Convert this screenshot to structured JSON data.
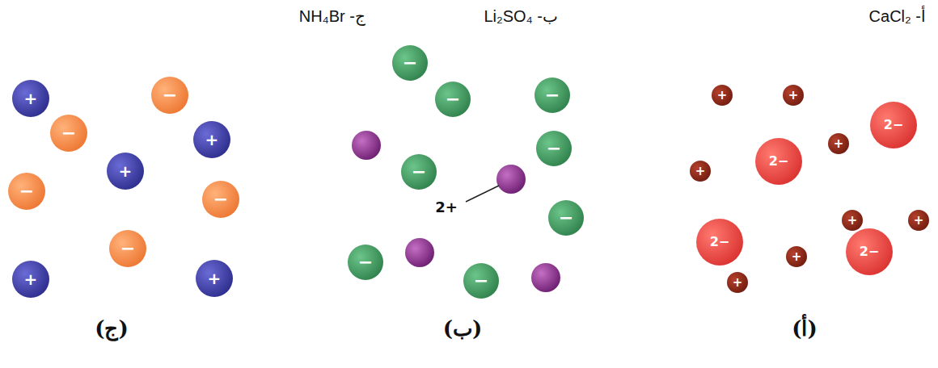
{
  "diagram": {
    "nodes": [
      {
        "text": [
          "+"
        ]
      },
      {
        "text": [
          "+"
        ]
      },
      {
        "text": [
          "+"
        ]
      },
      {
        "text": [
          "+"
        ]
      },
      {
        "text": [
          "+"
        ]
      },
      {
        "text": [
          "+"
        ]
      },
      {
        "text": [
          "+"
        ]
      },
      {
        "text": [
          "+"
        ]
      },
      {
        "text": [
          "2−"
        ]
      },
      {
        "text": [
          "2−"
        ]
      },
      {
        "text": [
          "2−"
        ]
      },
      {
        "text": [
          "2−"
        ]
      },
      {
        "text": [
          "−"
        ]
      },
      {
        "text": [
          "−"
        ]
      },
      {
        "text": [
          "−"
        ]
      },
      {
        "text": [
          "−"
        ]
      },
      {
        "text": [
          "−"
        ]
      },
      {
        "text": [
          "−"
        ]
      },
      {
        "text": [
          "−"
        ]
      },
      {
        "text": [
          "−"
        ]
      },
      {
        "text": [
          "+"
        ]
      },
      {
        "text": [
          "+"
        ]
      },
      {
        "text": [
          "+"
        ]
      },
      {
        "text": [
          "+"
        ]
      },
      {
        "text": [
          "+"
        ]
      },
      {
        "text": [
          "−"
        ]
      },
      {
        "text": [
          "−"
        ]
      },
      {
        "text": [
          "−"
        ]
      },
      {
        "text": [
          "−"
        ]
      },
      {
        "text": [
          "−"
        ]
      }
    ],
    "labels": [
      "أ- CaCl₂",
      "ب- Li₂SO₄",
      "ج- NH₄Br",
      "2+",
      "(أ)",
      "(ب)",
      "(ج)"
    ]
  }
}
